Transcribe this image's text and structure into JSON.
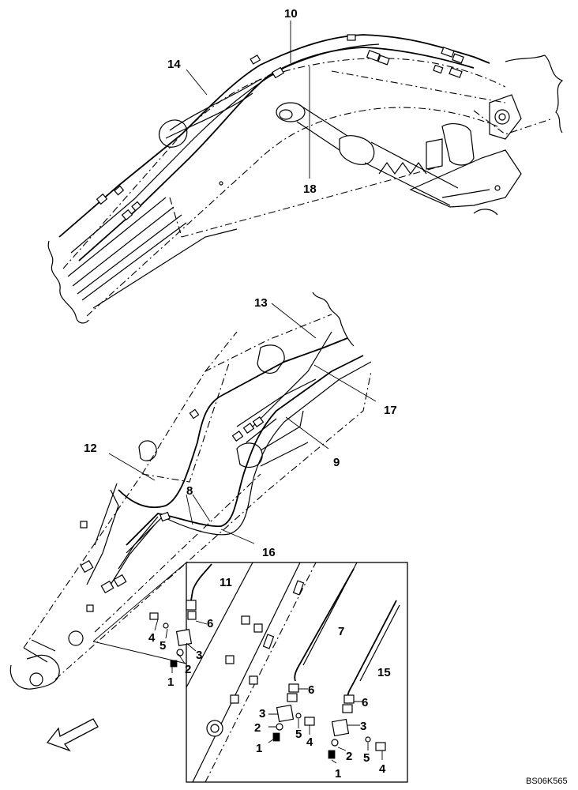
{
  "drawing_code": "BS06K565",
  "callouts": {
    "c10": "10",
    "c14": "14",
    "c18": "18",
    "c13": "13",
    "c17": "17",
    "c9": "9",
    "c12": "12",
    "c8": "8",
    "c16": "16",
    "c11": "11",
    "c7": "7",
    "c15": "15",
    "a6": "6",
    "a4": "4",
    "a5": "5",
    "a3": "3",
    "a2": "2",
    "a1": "1",
    "b6": "6",
    "b3": "3",
    "b2": "2",
    "b5": "5",
    "b4": "4",
    "b1": "1",
    "d6": "6",
    "d3": "3",
    "d2": "2",
    "d5": "5",
    "d4": "4",
    "d1": "1"
  }
}
